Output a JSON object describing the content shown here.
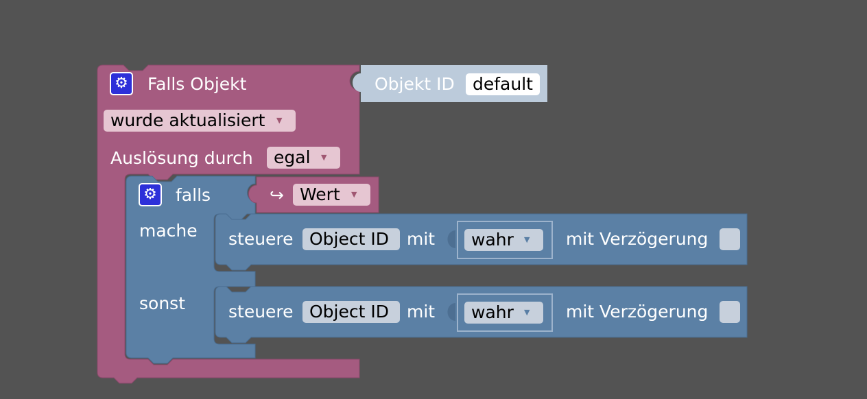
{
  "colors": {
    "background": "#535353",
    "event_block": "#a55b80",
    "logic_block": "#5b80a5",
    "oid_block": "#bccbdb",
    "gear_icon": "#2d30d9"
  },
  "trigger": {
    "gear_icon": "gear-icon",
    "title": "Falls Objekt",
    "oid_label": "Objekt ID",
    "oid_value": "default",
    "event_dropdown": "wurde aktualisiert",
    "trigger_label": "Auslösung durch",
    "trigger_dropdown": "egal"
  },
  "if_block": {
    "gear_icon": "gear-icon",
    "falls_label": "falls",
    "value_arrow": "↪",
    "value_dropdown": "Wert",
    "mache_label": "mache",
    "sonst_label": "sonst"
  },
  "control_blocks": [
    {
      "label": "steuere",
      "object_id": "Object ID",
      "mit": "mit",
      "value_dropdown": "wahr",
      "delay_label": "mit Verzögerung"
    },
    {
      "label": "steuere",
      "object_id": "Object ID",
      "mit": "mit",
      "value_dropdown": "wahr",
      "delay_label": "mit Verzögerung"
    }
  ]
}
